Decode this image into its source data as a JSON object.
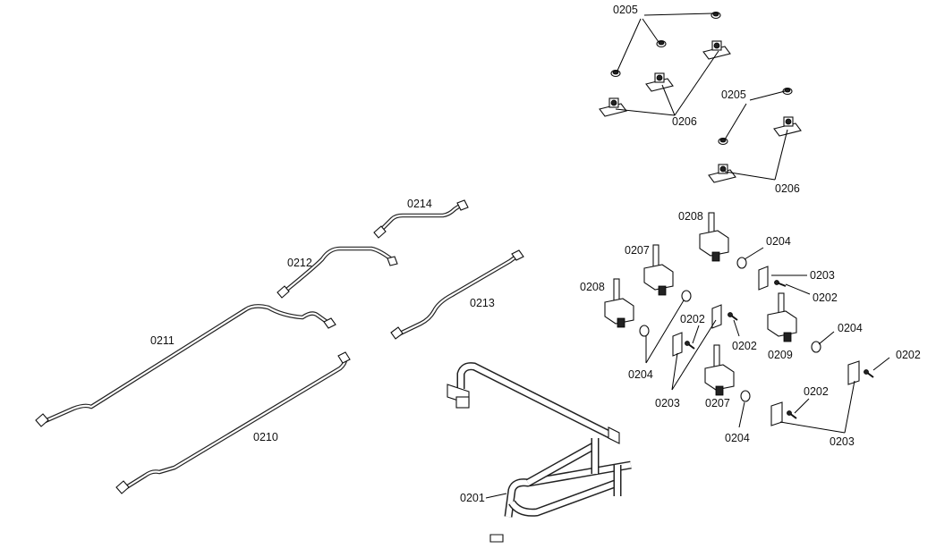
{
  "labels": {
    "p0205a": "0205",
    "p0206a": "0206",
    "p0205b": "0205",
    "p0206b": "0206",
    "p0214": "0214",
    "p0212": "0212",
    "p0213": "0213",
    "p0211": "0211",
    "p0210": "0210",
    "p0201": "0201",
    "p0208a": "0208",
    "p0207a": "0207",
    "p0208b": "0208",
    "p0204a": "0204",
    "p0203a": "0203",
    "p0202a": "0202",
    "p0202b": "0202",
    "p0202c": "0202",
    "p0209": "0209",
    "p0204b": "0204",
    "p0204c": "0204",
    "p0203b": "0203",
    "p0207b": "0207",
    "p0204d": "0204",
    "p0202d": "0202",
    "p0202e": "0202",
    "p0203c": "0203"
  }
}
